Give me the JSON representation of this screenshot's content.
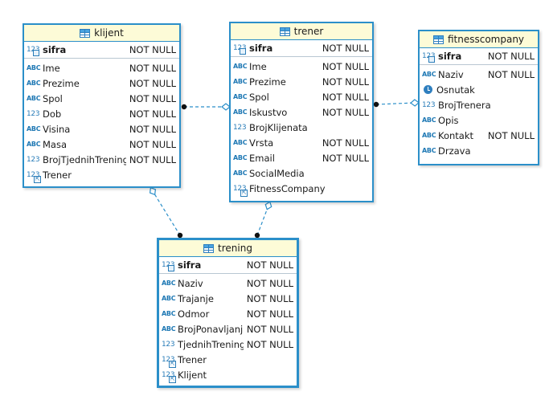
{
  "diagram": {
    "entities": [
      {
        "id": "klijent",
        "title": "klijent",
        "selected": false,
        "pk": [
          {
            "icon": "num-key",
            "name": "sifra",
            "nullability": "NOT NULL"
          }
        ],
        "columns": [
          {
            "icon": "abc",
            "name": "Ime",
            "nullability": "NOT NULL"
          },
          {
            "icon": "abc",
            "name": "Prezime",
            "nullability": "NOT NULL"
          },
          {
            "icon": "abc",
            "name": "Spol",
            "nullability": "NOT NULL"
          },
          {
            "icon": "num",
            "name": "Dob",
            "nullability": "NOT NULL"
          },
          {
            "icon": "abc",
            "name": "Visina",
            "nullability": "NOT NULL"
          },
          {
            "icon": "abc",
            "name": "Masa",
            "nullability": "NOT NULL"
          },
          {
            "icon": "num",
            "name": "BrojTjednihTreninga",
            "nullability": "NOT NULL"
          },
          {
            "icon": "num-fk",
            "name": "Trener",
            "nullability": ""
          }
        ]
      },
      {
        "id": "trener",
        "title": "trener",
        "selected": false,
        "pk": [
          {
            "icon": "num-key",
            "name": "sifra",
            "nullability": "NOT NULL"
          }
        ],
        "columns": [
          {
            "icon": "abc",
            "name": "Ime",
            "nullability": "NOT NULL"
          },
          {
            "icon": "abc",
            "name": "Prezime",
            "nullability": "NOT NULL"
          },
          {
            "icon": "abc",
            "name": "Spol",
            "nullability": "NOT NULL"
          },
          {
            "icon": "abc",
            "name": "Iskustvo",
            "nullability": "NOT NULL"
          },
          {
            "icon": "num",
            "name": "BrojKlijenata",
            "nullability": ""
          },
          {
            "icon": "abc",
            "name": "Vrsta",
            "nullability": "NOT NULL"
          },
          {
            "icon": "abc",
            "name": "Email",
            "nullability": "NOT NULL"
          },
          {
            "icon": "abc",
            "name": "SocialMedia",
            "nullability": ""
          },
          {
            "icon": "num-fk",
            "name": "FitnessCompany",
            "nullability": ""
          }
        ]
      },
      {
        "id": "fitnesscompany",
        "title": "fitnesscompany",
        "selected": false,
        "pk": [
          {
            "icon": "num-key",
            "name": "sifra",
            "nullability": "NOT NULL"
          }
        ],
        "columns": [
          {
            "icon": "abc",
            "name": "Naziv",
            "nullability": "NOT NULL"
          },
          {
            "icon": "clock",
            "name": "Osnutak",
            "nullability": ""
          },
          {
            "icon": "num",
            "name": "BrojTrenera",
            "nullability": ""
          },
          {
            "icon": "abc",
            "name": "Opis",
            "nullability": ""
          },
          {
            "icon": "abc",
            "name": "Kontakt",
            "nullability": "NOT NULL"
          },
          {
            "icon": "abc",
            "name": "Drzava",
            "nullability": ""
          }
        ]
      },
      {
        "id": "trening",
        "title": "trening",
        "selected": true,
        "pk": [
          {
            "icon": "num-key",
            "name": "sifra",
            "nullability": "NOT NULL"
          }
        ],
        "columns": [
          {
            "icon": "abc",
            "name": "Naziv",
            "nullability": "NOT NULL"
          },
          {
            "icon": "abc",
            "name": "Trajanje",
            "nullability": "NOT NULL"
          },
          {
            "icon": "abc",
            "name": "Odmor",
            "nullability": "NOT NULL"
          },
          {
            "icon": "abc",
            "name": "BrojPonavljanja",
            "nullability": "NOT NULL"
          },
          {
            "icon": "num",
            "name": "TjednihTreninga",
            "nullability": "NOT NULL"
          },
          {
            "icon": "num-fk",
            "name": "Trener",
            "nullability": ""
          },
          {
            "icon": "num-fk",
            "name": "Klijent",
            "nullability": ""
          }
        ]
      }
    ],
    "relationships": [
      {
        "from": "klijent",
        "to": "trener"
      },
      {
        "from": "trener",
        "to": "fitnesscompany"
      },
      {
        "from": "trening",
        "to": "klijent"
      },
      {
        "from": "trening",
        "to": "trener"
      }
    ],
    "colors": {
      "border": "#2b8fc9",
      "header": "#fdfbd7",
      "link": "#2b8fc9",
      "icon": "#1e78b4"
    }
  }
}
